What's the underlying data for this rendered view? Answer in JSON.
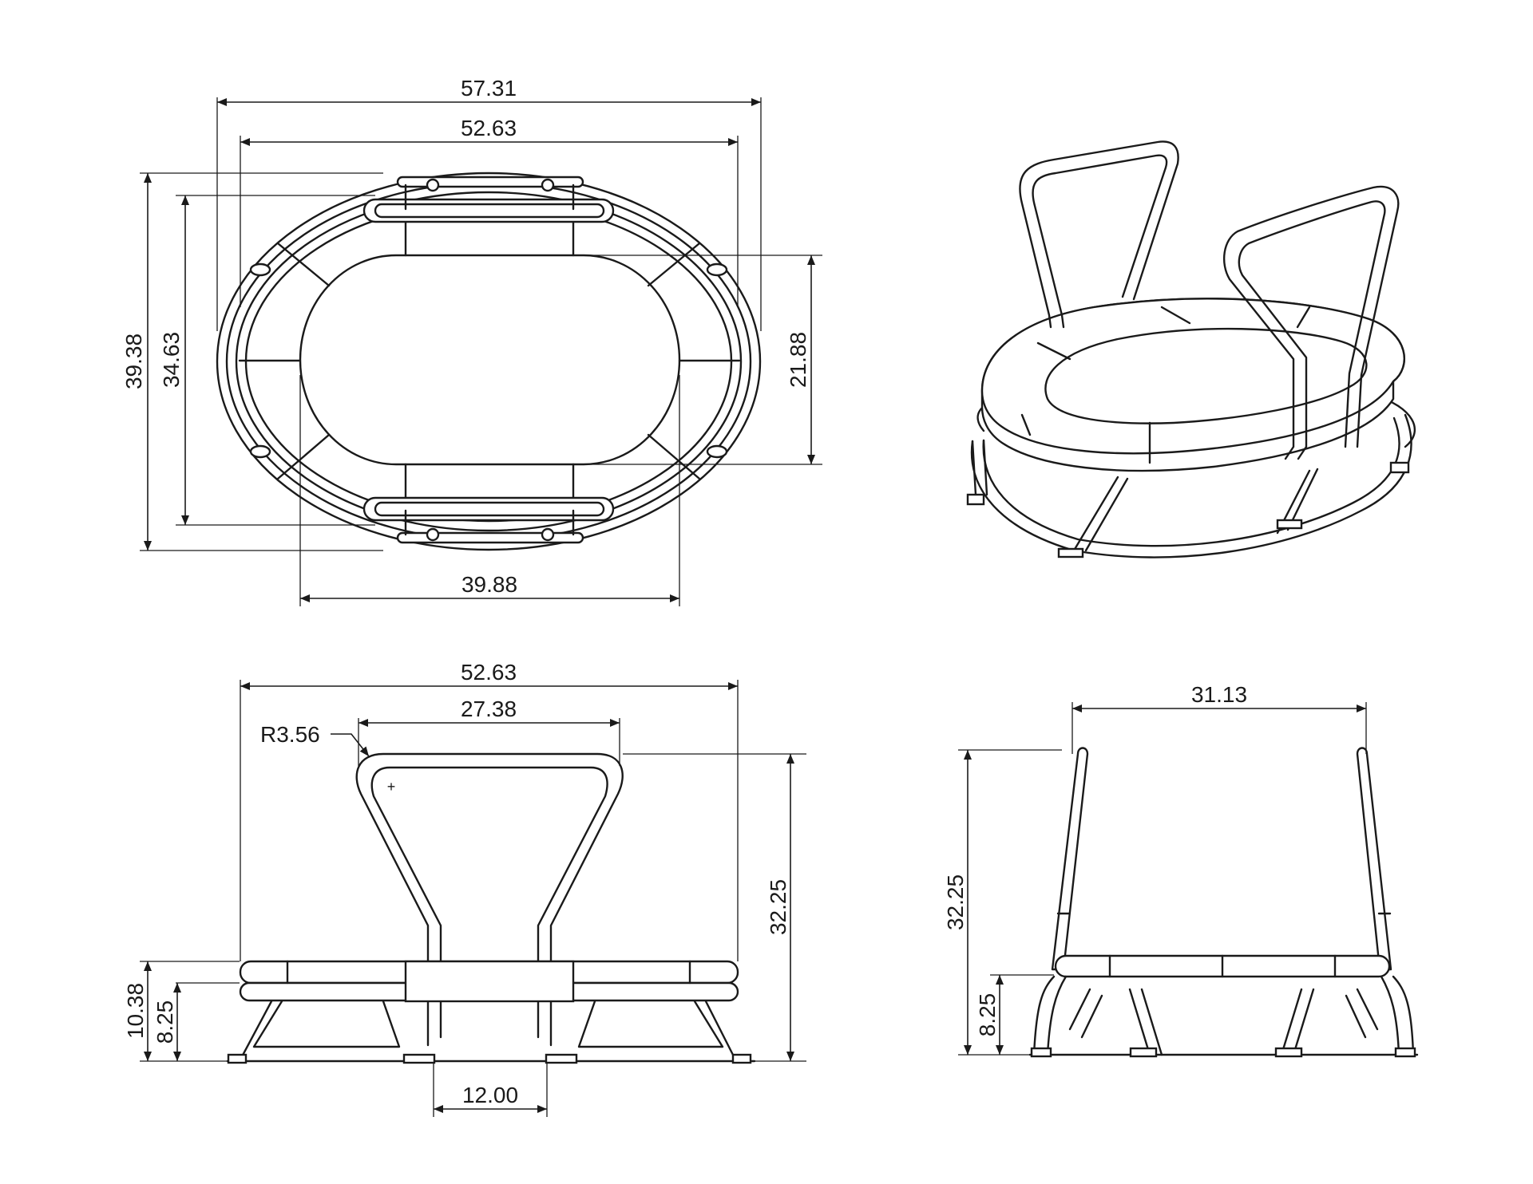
{
  "dimensions": {
    "top_overall_length": "57.31",
    "top_inner_length": "52.63",
    "top_overall_width": "39.38",
    "top_inner_width": "34.63",
    "top_seat_width": "21.88",
    "top_seat_length": "39.88",
    "front_overall_length": "52.63",
    "front_handle_width": "27.38",
    "front_handle_radius": "R3.56",
    "front_overall_height": "32.25",
    "front_seat_height": "10.38",
    "front_frame_height": "8.25",
    "front_foot_spacing": "12.00",
    "side_handle_spacing": "31.13",
    "side_overall_height": "32.25",
    "side_frame_height": "8.25"
  },
  "colors": {
    "line": "#1a1a1a",
    "paper": "#ffffff"
  }
}
